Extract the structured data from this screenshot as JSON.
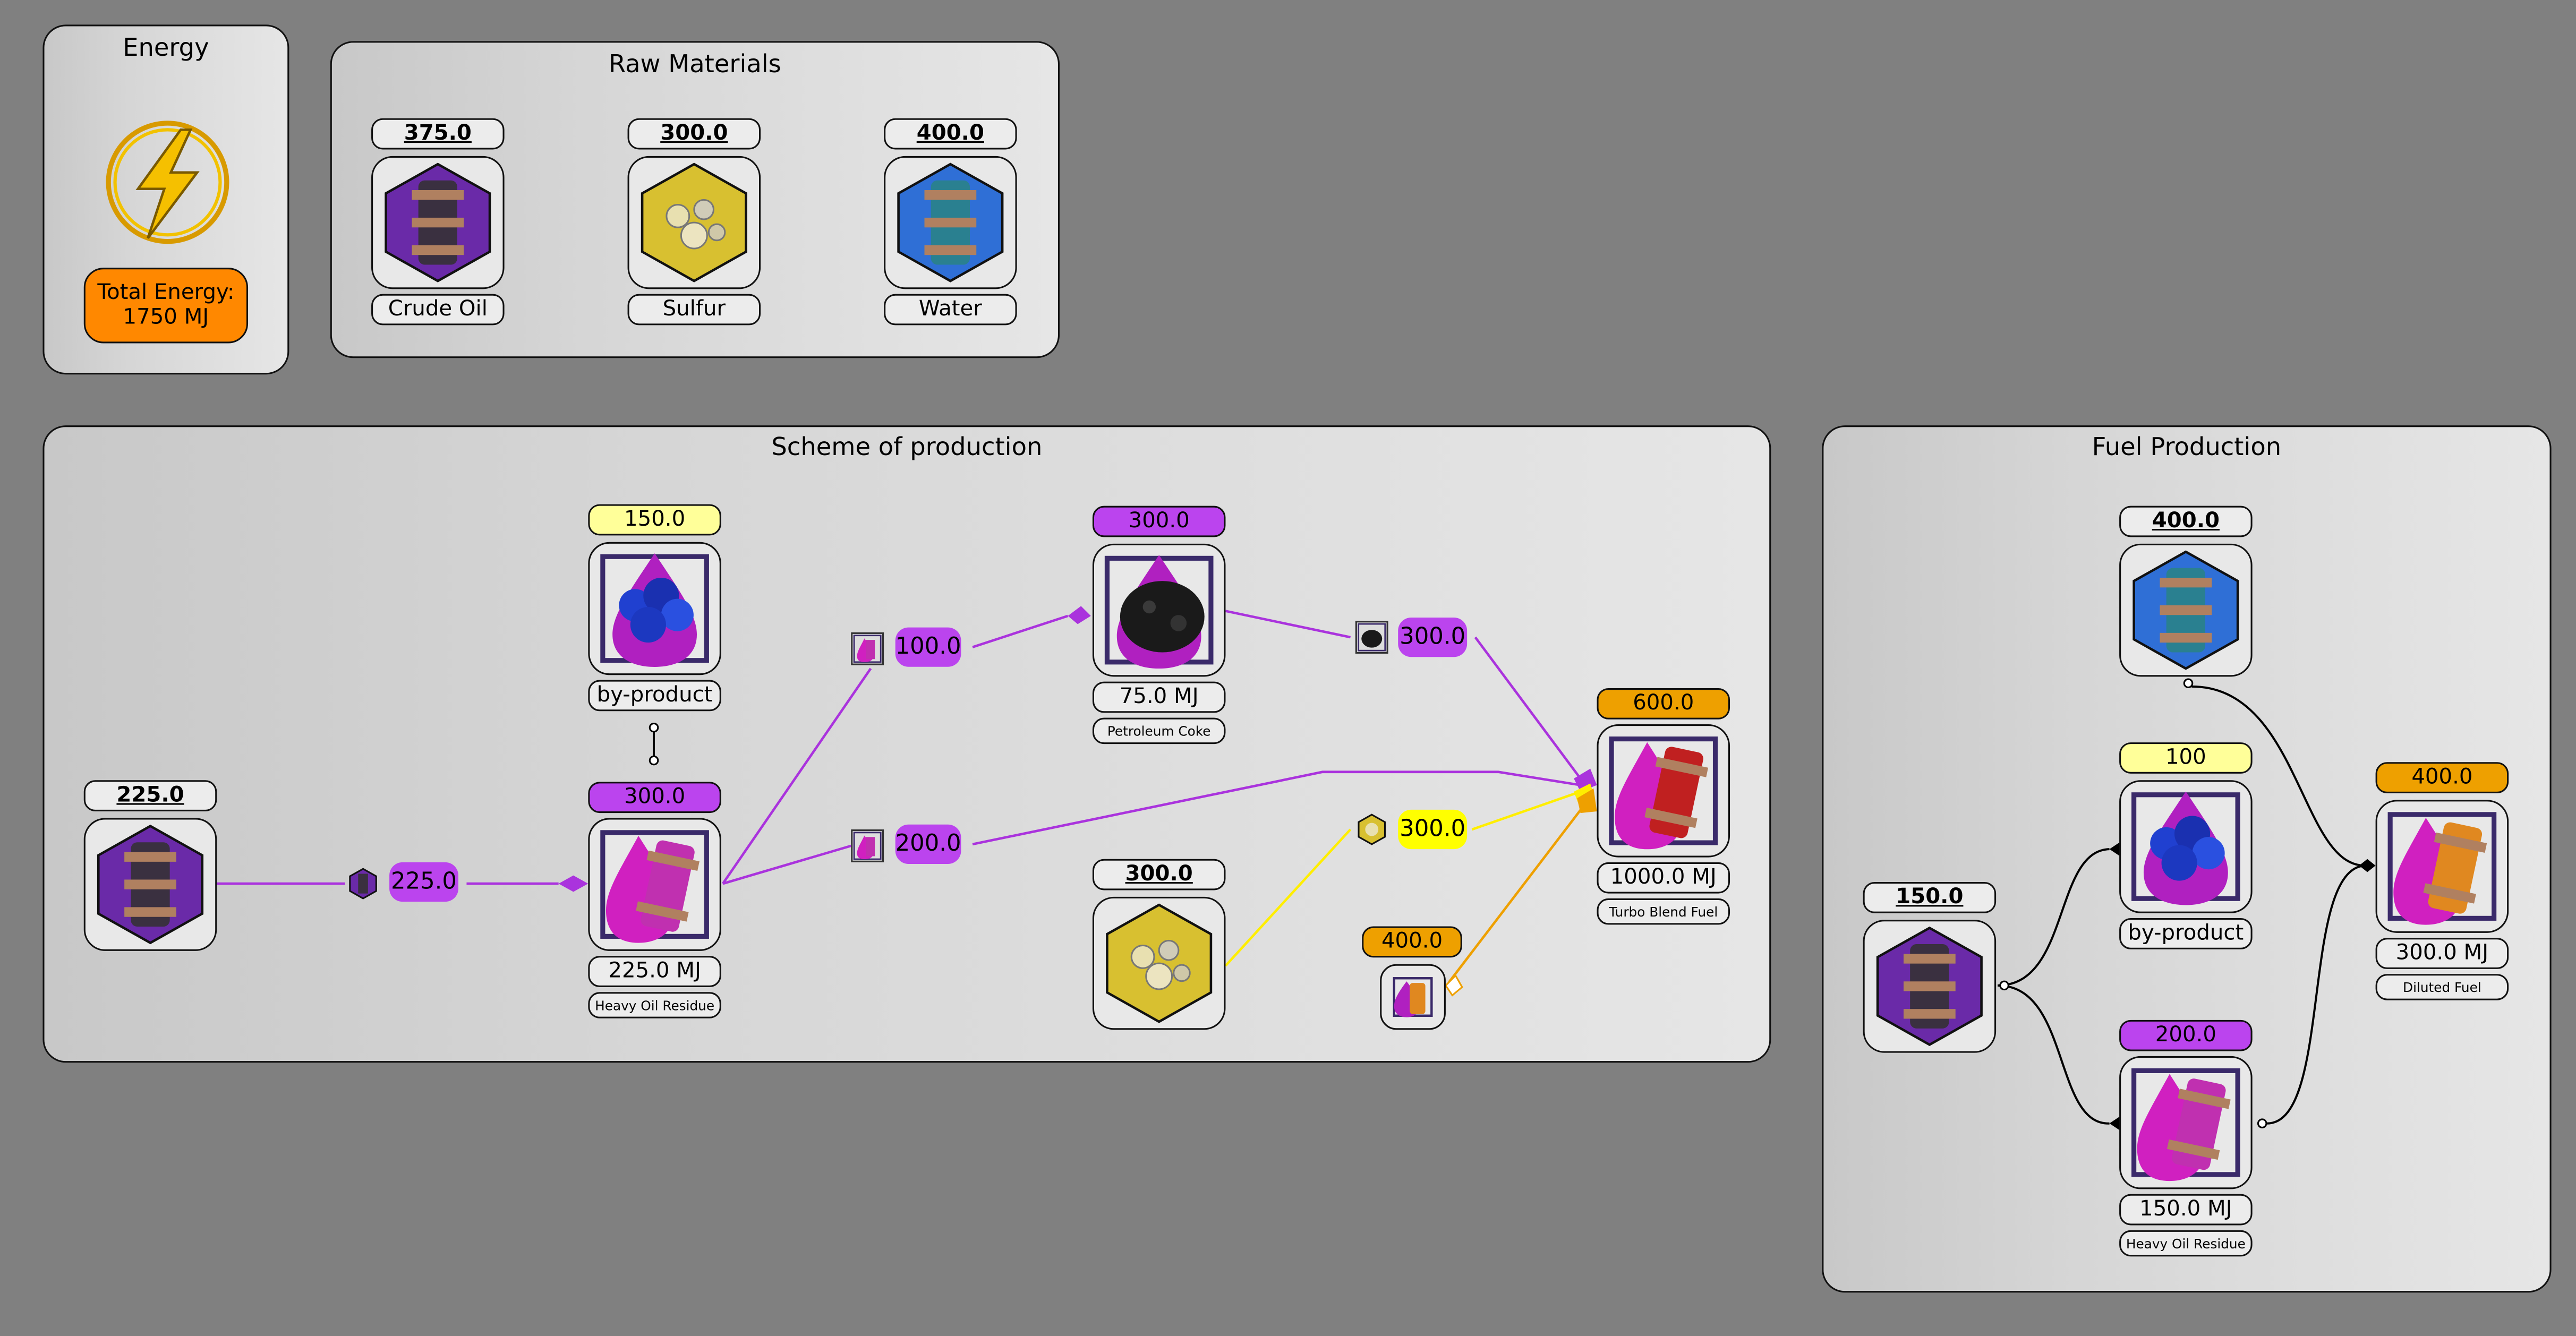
{
  "energy": {
    "title": "Energy",
    "total_label": "Total Energy:\n1750  MJ"
  },
  "raw_materials": {
    "title": "Raw Materials",
    "items": [
      {
        "qty": "375.0",
        "name": "Crude Oil",
        "icon": "crude-oil-icon"
      },
      {
        "qty": "300.0",
        "name": "Sulfur",
        "icon": "sulfur-icon"
      },
      {
        "qty": "400.0",
        "name": "Water",
        "icon": "water-icon"
      }
    ]
  },
  "scheme": {
    "title": "Scheme of production",
    "crude_qty": "225.0",
    "crude_flow": "225.0",
    "byproduct_qty": "150.0",
    "byproduct_name": "by-product",
    "residue_qty": "300.0",
    "residue_mj": "225.0 MJ",
    "residue_name": "Heavy Oil Residue",
    "flow_to_coke": "100.0",
    "flow_to_turbo": "200.0",
    "coke_qty": "300.0",
    "coke_mj": "75.0 MJ",
    "coke_name": "Petroleum Coke",
    "coke_flow": "300.0",
    "sulfur_qty": "300.0",
    "sulfur_flow": "300.0",
    "fuel_qty": "400.0",
    "turbo_qty": "600.0",
    "turbo_mj": "1000.0 MJ",
    "turbo_name": "Turbo Blend Fuel"
  },
  "fuel_production": {
    "title": "Fuel Production",
    "water_qty": "400.0",
    "crude_qty": "150.0",
    "byproduct_qty": "100",
    "byproduct_name": "by-product",
    "residue_qty": "200.0",
    "residue_mj": "150.0 MJ",
    "residue_name": "Heavy Oil Residue",
    "diluted_qty": "400.0",
    "diluted_mj": "300.0 MJ",
    "diluted_name": "Diluted Fuel"
  },
  "colors": {
    "purple": "#bb44ee",
    "yellow": "#ffff00",
    "orange": "#eea000",
    "light_yellow": "#ffff99",
    "energy_orange": "#ff8800",
    "crude_hex": "#6a2aa8",
    "water_hex": "#2f6fd6",
    "sulfur_hex": "#d8c030"
  }
}
